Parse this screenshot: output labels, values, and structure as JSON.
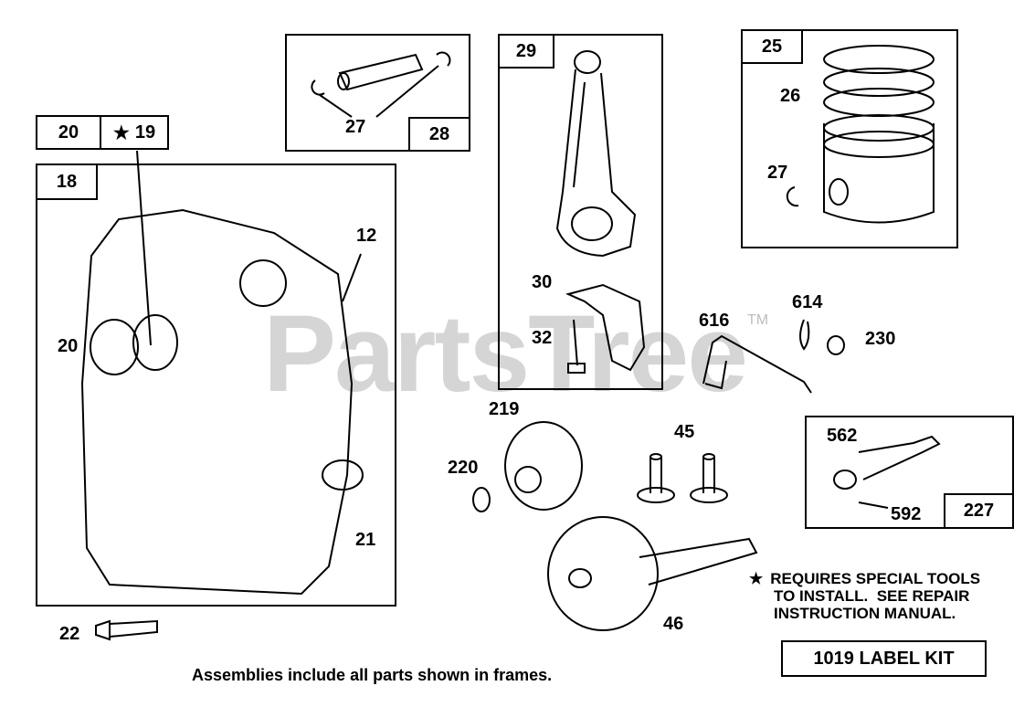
{
  "watermark": {
    "text": "PartsTree",
    "tm": "TM"
  },
  "frames": {
    "f28": {
      "tag": "28",
      "inner": "27"
    },
    "f29": {
      "tag": "29"
    },
    "f25": {
      "tag": "25",
      "piston_ring": "26",
      "clip": "27"
    },
    "f18": {
      "tag": "18"
    },
    "f227": {
      "tag": "227",
      "top_label": "562",
      "bottom_label": "592"
    }
  },
  "tag_pair": {
    "left": "20",
    "star": "★",
    "right": "19"
  },
  "labels": {
    "l12": "12",
    "l20": "20",
    "l21": "21",
    "l22": "22",
    "l30": "30",
    "l32": "32",
    "l616": "616",
    "l614": "614",
    "l230": "230",
    "l219": "219",
    "l220": "220",
    "l45": "45",
    "l46": "46"
  },
  "special_tools_note": {
    "star": "★",
    "line1": "REQUIRES SPECIAL TOOLS",
    "line2": "TO INSTALL.  SEE REPAIR",
    "line3": "INSTRUCTION MANUAL."
  },
  "label_kit": "1019 LABEL KIT",
  "caption": "Assemblies include all parts shown in frames."
}
